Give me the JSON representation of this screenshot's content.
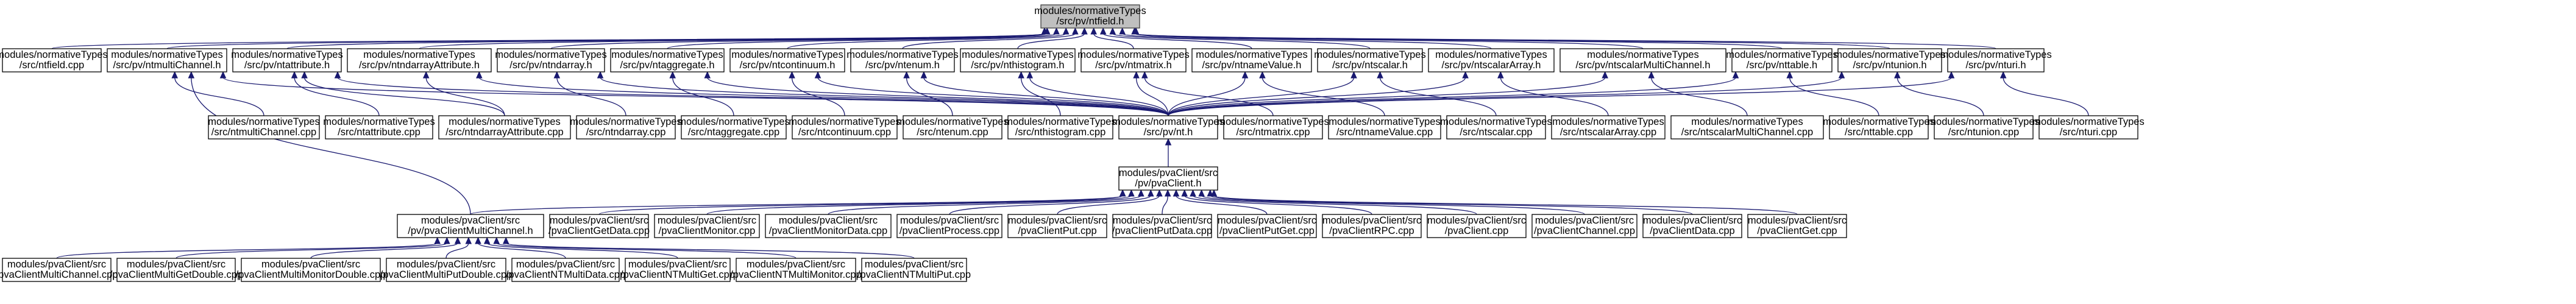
{
  "diagram": {
    "type": "include-dependency-graph",
    "colors": {
      "edge": "#191970",
      "root_fill": "#bfbfbf",
      "node_fill": "#ffffff",
      "border": "#000000"
    },
    "nodes": [
      {
        "id": "root",
        "lines": [
          "modules/normativeTypes",
          "/src/pv/ntfield.h"
        ]
      },
      {
        "id": "ntfield_cpp",
        "lines": [
          "modules/normativeTypes",
          "/src/ntfield.cpp"
        ]
      },
      {
        "id": "ntmultiChannel_h",
        "lines": [
          "modules/normativeTypes",
          "/src/pv/ntmultiChannel.h"
        ]
      },
      {
        "id": "ntattribute_h",
        "lines": [
          "modules/normativeTypes",
          "/src/pv/ntattribute.h"
        ]
      },
      {
        "id": "ntndarrayAttribute_h",
        "lines": [
          "modules/normativeTypes",
          "/src/pv/ntndarrayAttribute.h"
        ]
      },
      {
        "id": "ntndarray_h",
        "lines": [
          "modules/normativeTypes",
          "/src/pv/ntndarray.h"
        ]
      },
      {
        "id": "ntaggregate_h",
        "lines": [
          "modules/normativeTypes",
          "/src/pv/ntaggregate.h"
        ]
      },
      {
        "id": "ntcontinuum_h",
        "lines": [
          "modules/normativeTypes",
          "/src/pv/ntcontinuum.h"
        ]
      },
      {
        "id": "ntenum_h",
        "lines": [
          "modules/normativeTypes",
          "/src/pv/ntenum.h"
        ]
      },
      {
        "id": "nthistogram_h",
        "lines": [
          "modules/normativeTypes",
          "/src/pv/nthistogram.h"
        ]
      },
      {
        "id": "ntmatrix_h",
        "lines": [
          "modules/normativeTypes",
          "/src/pv/ntmatrix.h"
        ]
      },
      {
        "id": "ntnameValue_h",
        "lines": [
          "modules/normativeTypes",
          "/src/pv/ntnameValue.h"
        ]
      },
      {
        "id": "ntscalar_h",
        "lines": [
          "modules/normativeTypes",
          "/src/pv/ntscalar.h"
        ]
      },
      {
        "id": "ntscalarArray_h",
        "lines": [
          "modules/normativeTypes",
          "/src/pv/ntscalarArray.h"
        ]
      },
      {
        "id": "ntscalarMultiChannel_h",
        "lines": [
          "modules/normativeTypes",
          "/src/pv/ntscalarMultiChannel.h"
        ]
      },
      {
        "id": "nttable_h",
        "lines": [
          "modules/normativeTypes",
          "/src/pv/nttable.h"
        ]
      },
      {
        "id": "ntunion_h",
        "lines": [
          "modules/normativeTypes",
          "/src/pv/ntunion.h"
        ]
      },
      {
        "id": "nturi_h",
        "lines": [
          "modules/normativeTypes",
          "/src/pv/nturi.h"
        ]
      },
      {
        "id": "ntmultiChannel_cpp",
        "lines": [
          "modules/normativeTypes",
          "/src/ntmultiChannel.cpp"
        ]
      },
      {
        "id": "ntattribute_cpp",
        "lines": [
          "modules/normativeTypes",
          "/src/ntattribute.cpp"
        ]
      },
      {
        "id": "ntndarrayAttribute_cpp",
        "lines": [
          "modules/normativeTypes",
          "/src/ntndarrayAttribute.cpp"
        ]
      },
      {
        "id": "ntndarray_cpp",
        "lines": [
          "modules/normativeTypes",
          "/src/ntndarray.cpp"
        ]
      },
      {
        "id": "ntaggregate_cpp",
        "lines": [
          "modules/normativeTypes",
          "/src/ntaggregate.cpp"
        ]
      },
      {
        "id": "ntcontinuum_cpp",
        "lines": [
          "modules/normativeTypes",
          "/src/ntcontinuum.cpp"
        ]
      },
      {
        "id": "ntenum_cpp",
        "lines": [
          "modules/normativeTypes",
          "/src/ntenum.cpp"
        ]
      },
      {
        "id": "nthistogram_cpp",
        "lines": [
          "modules/normativeTypes",
          "/src/nthistogram.cpp"
        ]
      },
      {
        "id": "nt_h",
        "lines": [
          "modules/normativeTypes",
          "/src/pv/nt.h"
        ]
      },
      {
        "id": "ntmatrix_cpp",
        "lines": [
          "modules/normativeTypes",
          "/src/ntmatrix.cpp"
        ]
      },
      {
        "id": "ntnameValue_cpp",
        "lines": [
          "modules/normativeTypes",
          "/src/ntnameValue.cpp"
        ]
      },
      {
        "id": "ntscalar_cpp",
        "lines": [
          "modules/normativeTypes",
          "/src/ntscalar.cpp"
        ]
      },
      {
        "id": "ntscalarArray_cpp",
        "lines": [
          "modules/normativeTypes",
          "/src/ntscalarArray.cpp"
        ]
      },
      {
        "id": "ntscalarMultiChannel_cpp",
        "lines": [
          "modules/normativeTypes",
          "/src/ntscalarMultiChannel.cpp"
        ]
      },
      {
        "id": "nttable_cpp",
        "lines": [
          "modules/normativeTypes",
          "/src/nttable.cpp"
        ]
      },
      {
        "id": "ntunion_cpp",
        "lines": [
          "modules/normativeTypes",
          "/src/ntunion.cpp"
        ]
      },
      {
        "id": "nturi_cpp",
        "lines": [
          "modules/normativeTypes",
          "/src/nturi.cpp"
        ]
      },
      {
        "id": "pvaClient_h",
        "lines": [
          "modules/pvaClient/src",
          "/pv/pvaClient.h"
        ]
      },
      {
        "id": "pvaClientMultiChannel_h",
        "lines": [
          "modules/pvaClient/src",
          "/pv/pvaClientMultiChannel.h"
        ]
      },
      {
        "id": "pvaClientGetData_cpp",
        "lines": [
          "modules/pvaClient/src",
          "/pvaClientGetData.cpp"
        ]
      },
      {
        "id": "pvaClientMonitor_cpp",
        "lines": [
          "modules/pvaClient/src",
          "/pvaClientMonitor.cpp"
        ]
      },
      {
        "id": "pvaClientMonitorData_cpp",
        "lines": [
          "modules/pvaClient/src",
          "/pvaClientMonitorData.cpp"
        ]
      },
      {
        "id": "pvaClientProcess_cpp",
        "lines": [
          "modules/pvaClient/src",
          "/pvaClientProcess.cpp"
        ]
      },
      {
        "id": "pvaClientPut_cpp",
        "lines": [
          "modules/pvaClient/src",
          "/pvaClientPut.cpp"
        ]
      },
      {
        "id": "pvaClientPutData_cpp",
        "lines": [
          "modules/pvaClient/src",
          "/pvaClientPutData.cpp"
        ]
      },
      {
        "id": "pvaClientPutGet_cpp",
        "lines": [
          "modules/pvaClient/src",
          "/pvaClientPutGet.cpp"
        ]
      },
      {
        "id": "pvaClientRPC_cpp",
        "lines": [
          "modules/pvaClient/src",
          "/pvaClientRPC.cpp"
        ]
      },
      {
        "id": "pvaClient_cpp",
        "lines": [
          "modules/pvaClient/src",
          "/pvaClient.cpp"
        ]
      },
      {
        "id": "pvaClientChannel_cpp",
        "lines": [
          "modules/pvaClient/src",
          "/pvaClientChannel.cpp"
        ]
      },
      {
        "id": "pvaClientData_cpp",
        "lines": [
          "modules/pvaClient/src",
          "/pvaClientData.cpp"
        ]
      },
      {
        "id": "pvaClientGet_cpp",
        "lines": [
          "modules/pvaClient/src",
          "/pvaClientGet.cpp"
        ]
      },
      {
        "id": "pvaClientMultiChannel_cpp",
        "lines": [
          "modules/pvaClient/src",
          "/pvaClientMultiChannel.cpp"
        ]
      },
      {
        "id": "pvaClientMultiGetDouble_cpp",
        "lines": [
          "modules/pvaClient/src",
          "/pvaClientMultiGetDouble.cpp"
        ]
      },
      {
        "id": "pvaClientMultiMonitorDouble_cpp",
        "lines": [
          "modules/pvaClient/src",
          "/pvaClientMultiMonitorDouble.cpp"
        ]
      },
      {
        "id": "pvaClientMultiPutDouble_cpp",
        "lines": [
          "modules/pvaClient/src",
          "/pvaClientMultiPutDouble.cpp"
        ]
      },
      {
        "id": "pvaClientNTMultiData_cpp",
        "lines": [
          "modules/pvaClient/src",
          "/pvaClientNTMultiData.cpp"
        ]
      },
      {
        "id": "pvaClientNTMultiGet_cpp",
        "lines": [
          "modules/pvaClient/src",
          "/pvaClientNTMultiGet.cpp"
        ]
      },
      {
        "id": "pvaClientNTMultiMonitor_cpp",
        "lines": [
          "modules/pvaClient/src",
          "/pvaClientNTMultiMonitor.cpp"
        ]
      },
      {
        "id": "pvaClientNTMultiPut_cpp",
        "lines": [
          "modules/pvaClient/src",
          "/pvaClientNTMultiPut.cpp"
        ]
      }
    ],
    "edges": [
      [
        "ntfield_cpp",
        "root"
      ],
      [
        "ntmultiChannel_h",
        "root"
      ],
      [
        "ntattribute_h",
        "root"
      ],
      [
        "ntndarrayAttribute_h",
        "root"
      ],
      [
        "ntndarray_h",
        "root"
      ],
      [
        "ntaggregate_h",
        "root"
      ],
      [
        "ntcontinuum_h",
        "root"
      ],
      [
        "ntenum_h",
        "root"
      ],
      [
        "nthistogram_h",
        "root"
      ],
      [
        "ntmatrix_h",
        "root"
      ],
      [
        "ntnameValue_h",
        "root"
      ],
      [
        "ntscalar_h",
        "root"
      ],
      [
        "ntscalarArray_h",
        "root"
      ],
      [
        "ntscalarMultiChannel_h",
        "root"
      ],
      [
        "nttable_h",
        "root"
      ],
      [
        "ntunion_h",
        "root"
      ],
      [
        "nturi_h",
        "root"
      ],
      [
        "ntmultiChannel_cpp",
        "ntmultiChannel_h"
      ],
      [
        "nt_h",
        "ntmultiChannel_h"
      ],
      [
        "pvaClientMultiChannel_h",
        "ntmultiChannel_h"
      ],
      [
        "ntattribute_cpp",
        "ntattribute_h"
      ],
      [
        "ntndarrayAttribute_cpp",
        "ntattribute_h"
      ],
      [
        "nt_h",
        "ntattribute_h"
      ],
      [
        "ntndarrayAttribute_cpp",
        "ntndarrayAttribute_h"
      ],
      [
        "nt_h",
        "ntndarrayAttribute_h"
      ],
      [
        "ntndarray_cpp",
        "ntndarray_h"
      ],
      [
        "nt_h",
        "ntndarray_h"
      ],
      [
        "ntaggregate_cpp",
        "ntaggregate_h"
      ],
      [
        "nt_h",
        "ntaggregate_h"
      ],
      [
        "ntcontinuum_cpp",
        "ntcontinuum_h"
      ],
      [
        "nt_h",
        "ntcontinuum_h"
      ],
      [
        "ntenum_cpp",
        "ntenum_h"
      ],
      [
        "nt_h",
        "ntenum_h"
      ],
      [
        "nthistogram_cpp",
        "nthistogram_h"
      ],
      [
        "nt_h",
        "nthistogram_h"
      ],
      [
        "ntmatrix_cpp",
        "ntmatrix_h"
      ],
      [
        "nt_h",
        "ntmatrix_h"
      ],
      [
        "ntnameValue_cpp",
        "ntnameValue_h"
      ],
      [
        "nt_h",
        "ntnameValue_h"
      ],
      [
        "ntscalar_cpp",
        "ntscalar_h"
      ],
      [
        "nt_h",
        "ntscalar_h"
      ],
      [
        "ntscalarArray_cpp",
        "ntscalarArray_h"
      ],
      [
        "nt_h",
        "ntscalarArray_h"
      ],
      [
        "ntscalarMultiChannel_cpp",
        "ntscalarMultiChannel_h"
      ],
      [
        "nt_h",
        "ntscalarMultiChannel_h"
      ],
      [
        "nttable_cpp",
        "nttable_h"
      ],
      [
        "nt_h",
        "nttable_h"
      ],
      [
        "ntunion_cpp",
        "ntunion_h"
      ],
      [
        "nt_h",
        "ntunion_h"
      ],
      [
        "nturi_cpp",
        "nturi_h"
      ],
      [
        "nt_h",
        "nturi_h"
      ],
      [
        "pvaClient_h",
        "nt_h"
      ],
      [
        "pvaClientMultiChannel_h",
        "pvaClient_h"
      ],
      [
        "pvaClientGetData_cpp",
        "pvaClient_h"
      ],
      [
        "pvaClientMonitor_cpp",
        "pvaClient_h"
      ],
      [
        "pvaClientMonitorData_cpp",
        "pvaClient_h"
      ],
      [
        "pvaClientProcess_cpp",
        "pvaClient_h"
      ],
      [
        "pvaClientPut_cpp",
        "pvaClient_h"
      ],
      [
        "pvaClientPutData_cpp",
        "pvaClient_h"
      ],
      [
        "pvaClientPutGet_cpp",
        "pvaClient_h"
      ],
      [
        "pvaClientRPC_cpp",
        "pvaClient_h"
      ],
      [
        "pvaClient_cpp",
        "pvaClient_h"
      ],
      [
        "pvaClientChannel_cpp",
        "pvaClient_h"
      ],
      [
        "pvaClientData_cpp",
        "pvaClient_h"
      ],
      [
        "pvaClientGet_cpp",
        "pvaClient_h"
      ],
      [
        "pvaClientMultiChannel_cpp",
        "pvaClientMultiChannel_h"
      ],
      [
        "pvaClientMultiGetDouble_cpp",
        "pvaClientMultiChannel_h"
      ],
      [
        "pvaClientMultiMonitorDouble_cpp",
        "pvaClientMultiChannel_h"
      ],
      [
        "pvaClientMultiPutDouble_cpp",
        "pvaClientMultiChannel_h"
      ],
      [
        "pvaClientNTMultiData_cpp",
        "pvaClientMultiChannel_h"
      ],
      [
        "pvaClientNTMultiGet_cpp",
        "pvaClientMultiChannel_h"
      ],
      [
        "pvaClientNTMultiMonitor_cpp",
        "pvaClientMultiChannel_h"
      ],
      [
        "pvaClientNTMultiPut_cpp",
        "pvaClientMultiChannel_h"
      ]
    ]
  }
}
